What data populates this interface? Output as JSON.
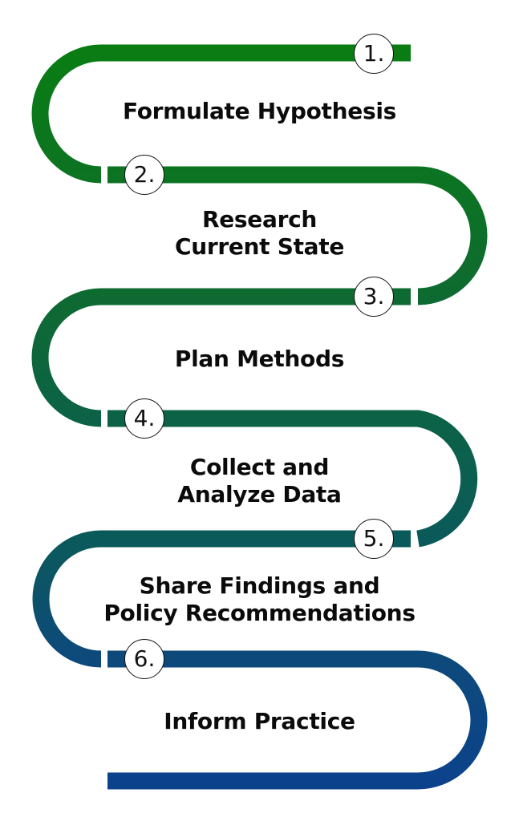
{
  "diagram": {
    "type": "serpentine-process",
    "gradient_colors": {
      "start": "#0a7d12",
      "step3": "#0e6b30",
      "step5": "#0b5a5a",
      "step6": "#0d4a7a",
      "end": "#0c428c"
    },
    "steps": [
      {
        "number": "1.",
        "lines": [
          "Formulate Hypothesis"
        ]
      },
      {
        "number": "2.",
        "lines": [
          "Research",
          "Current State"
        ]
      },
      {
        "number": "3.",
        "lines": [
          "Plan Methods"
        ]
      },
      {
        "number": "4.",
        "lines": [
          "Collect and",
          "Analyze Data"
        ]
      },
      {
        "number": "5.",
        "lines": [
          "Share Findings and",
          "Policy Recommendations"
        ]
      },
      {
        "number": "6.",
        "lines": [
          "Inform Practice"
        ]
      }
    ]
  }
}
